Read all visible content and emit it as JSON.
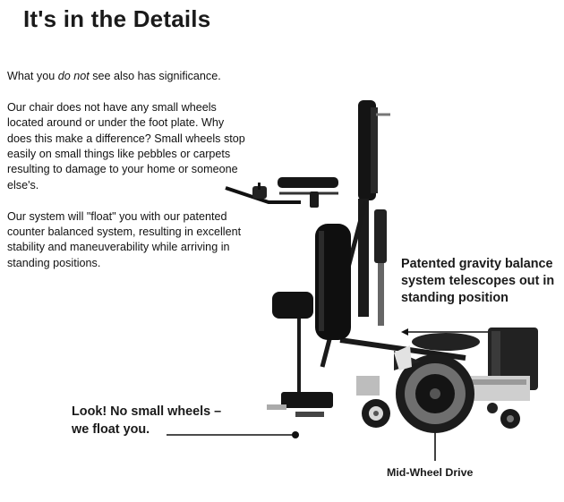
{
  "header": {
    "title": "It's in the Details"
  },
  "body": {
    "para1_before": "What you ",
    "para1_emphasis": "do not",
    "para1_after": " see also has significance.",
    "para2": "Our chair does not have any small wheels located around or under the foot plate. Why does this make a difference? Small wheels stop easily on small things like pebbles or carpets resulting to damage to your home or someone else's.",
    "para3": "Our system will \"float\" you with our patented counter balanced system, resulting in excellent stability and maneuverability while arriving in standing positions."
  },
  "callouts": {
    "gravity_line1": "Patented gravity balance",
    "gravity_line2": "system telescopes out in",
    "gravity_line3": "standing position",
    "look_line1": "Look!  No small wheels –",
    "look_line2": "we float you.",
    "mid_wheel": "Mid-Wheel Drive"
  },
  "colors": {
    "frame": "#141414",
    "text": "#111111",
    "hub": "#3a3a3a"
  }
}
